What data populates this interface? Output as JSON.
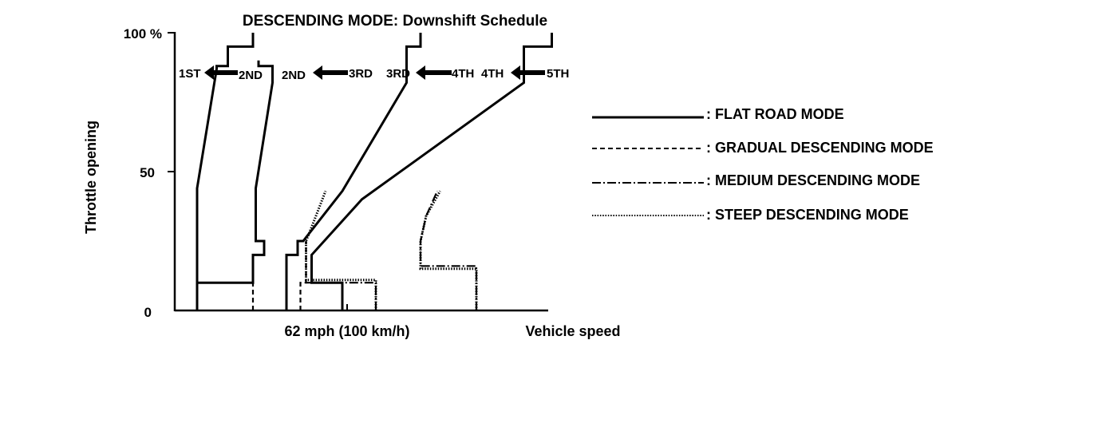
{
  "chart_data": {
    "type": "line",
    "title": "DESCENDING MODE: Downshift Schedule",
    "xlabel": "Vehicle speed",
    "ylabel": "Throttle opening",
    "y_ticks": [
      "100 %",
      "50",
      "0"
    ],
    "x_ticks": [
      "62 mph (100 km/h)"
    ],
    "ylim": [
      0,
      100
    ],
    "grid": false,
    "legend_position": "right",
    "shift_labels": [
      {
        "from": "2ND",
        "to": "1ST"
      },
      {
        "from": "3RD",
        "to": "2ND"
      },
      {
        "from": "4TH",
        "to": "3RD"
      },
      {
        "from": "5TH",
        "to": "4TH"
      }
    ],
    "legend": [
      {
        "key": "flat",
        "label": ": FLAT ROAD MODE",
        "style": "solid"
      },
      {
        "key": "gradual",
        "label": ": GRADUAL DESCENDING MODE",
        "style": "dashed"
      },
      {
        "key": "medium",
        "label": ": MEDIUM DESCENDING MODE",
        "style": "dash-dot"
      },
      {
        "key": "steep",
        "label": ": STEEP DESCENDING MODE",
        "style": "dotted"
      }
    ],
    "series": [
      {
        "key": "flat",
        "line": "2-1",
        "points": [
          [
            8,
            0
          ],
          [
            8,
            10
          ],
          [
            28,
            10
          ],
          [
            28,
            20
          ],
          [
            32,
            20
          ],
          [
            32,
            25
          ],
          [
            29,
            25
          ],
          [
            29,
            44
          ],
          [
            35,
            82
          ],
          [
            35,
            88
          ],
          [
            30,
            88
          ],
          [
            30,
            90
          ]
        ]
      },
      {
        "key": "flat",
        "line": "3-2",
        "points": [
          [
            8,
            0
          ],
          [
            8,
            44
          ],
          [
            15,
            87
          ],
          [
            15,
            88
          ],
          [
            19,
            88
          ],
          [
            19,
            95
          ],
          [
            28,
            95
          ],
          [
            28,
            100
          ]
        ]
      },
      {
        "key": "flat",
        "line": "4-3",
        "points": [
          [
            40,
            0
          ],
          [
            40,
            20
          ],
          [
            44,
            20
          ],
          [
            44,
            25
          ],
          [
            46,
            25
          ],
          [
            60,
            43
          ],
          [
            83,
            82
          ],
          [
            83,
            95
          ],
          [
            88,
            95
          ],
          [
            88,
            100
          ]
        ]
      },
      {
        "key": "flat",
        "line": "5-4",
        "points": [
          [
            60,
            0
          ],
          [
            60,
            10
          ],
          [
            49,
            10
          ],
          [
            49,
            20
          ],
          [
            67,
            40
          ],
          [
            125,
            82
          ],
          [
            125,
            95
          ],
          [
            135,
            95
          ],
          [
            135,
            100
          ]
        ]
      },
      {
        "key": "gradual",
        "line": "3-2",
        "points": [
          [
            28,
            0
          ],
          [
            28,
            20
          ],
          [
            31,
            20
          ]
        ]
      },
      {
        "key": "gradual",
        "line": "4-3",
        "points": [
          [
            45,
            0
          ],
          [
            45,
            10
          ],
          [
            47,
            10
          ],
          [
            47,
            25
          ]
        ]
      },
      {
        "key": "medium",
        "line": "4-3",
        "points": [
          [
            72,
            0
          ],
          [
            72,
            10
          ],
          [
            47,
            10
          ]
        ]
      },
      {
        "key": "medium",
        "line": "5-4",
        "points": [
          [
            108,
            0
          ],
          [
            108,
            16
          ],
          [
            88,
            16
          ],
          [
            88,
            25
          ],
          [
            90,
            34
          ],
          [
            94,
            43
          ]
        ]
      },
      {
        "key": "steep",
        "line": "4-3",
        "points": [
          [
            72,
            0
          ],
          [
            72,
            11
          ],
          [
            47,
            11
          ],
          [
            47,
            25
          ],
          [
            49,
            30
          ],
          [
            54,
            43
          ]
        ]
      },
      {
        "key": "steep",
        "line": "5-4",
        "points": [
          [
            108,
            0
          ],
          [
            108,
            15
          ],
          [
            88,
            15
          ],
          [
            88,
            25
          ],
          [
            90,
            34
          ],
          [
            95,
            43
          ]
        ]
      }
    ]
  }
}
